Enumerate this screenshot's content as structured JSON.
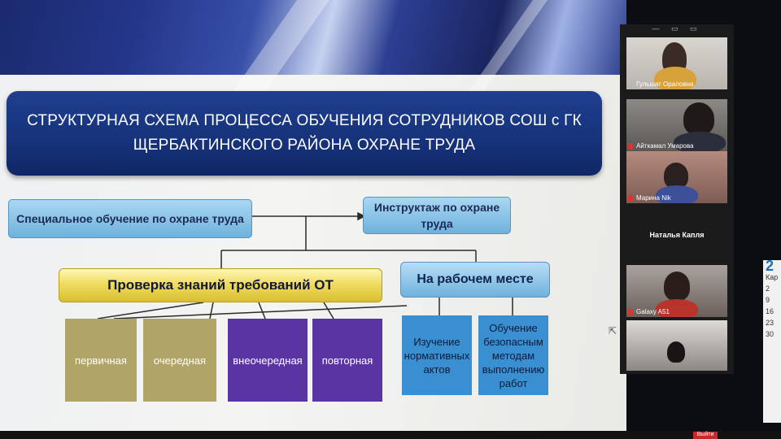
{
  "slide": {
    "title_line1": "СТРУКТУРНАЯ СХЕМА ПРОЦЕССА ОБУЧЕНИЯ СОТРУДНИКОВ СОШ с ГК",
    "title_line2": "ЩЕРБАКТИНСКОГО РАЙОНА ОХРАНЕ ТРУДА",
    "special_training": "Специальное обучение по охране труда",
    "briefing": "Инструктаж по охране труда",
    "knowledge_check": "Проверка знаний требований ОТ",
    "at_workplace": "На рабочем месте",
    "leaves": [
      "первичная",
      "очередная",
      "внеочередная",
      "повторная",
      "Изучение нормативных актов",
      "Обучение безопасным методам выполнению работ"
    ],
    "colors": {
      "title_bg": "#16327a",
      "light_blue": "#6fb1dc",
      "yellow": "#f0dc62",
      "olive": "#b0a466",
      "purple": "#5b34a4",
      "blue": "#3a8fd0"
    }
  },
  "participants": {
    "p1": "Гульшат Ораловна",
    "p2": "Айткамал Умарова",
    "p3": "Марина Nik",
    "p4": "Наталья Капля",
    "p5": "Galaxy A51",
    "panel_controls": "— ▭ ▭"
  },
  "calendar": {
    "day": "2",
    "month": "Кар",
    "dates": [
      "2",
      "9",
      "16",
      "23",
      "30"
    ]
  },
  "controls": {
    "exit": "Выйти"
  }
}
